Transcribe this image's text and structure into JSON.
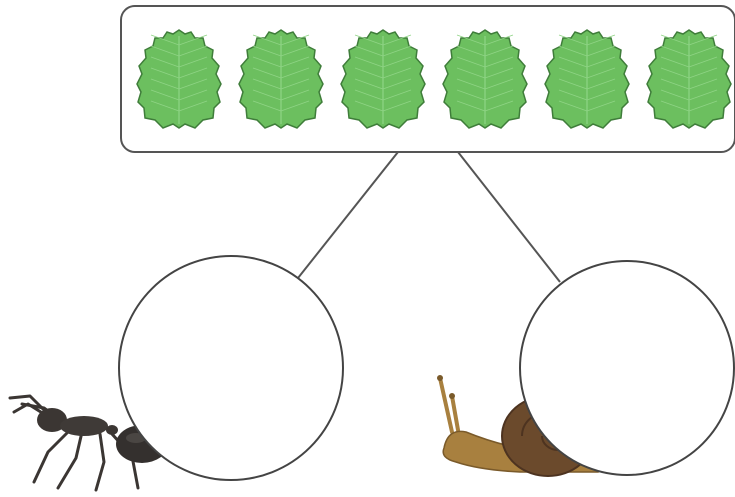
{
  "leaf_box": {
    "leaf_count": 6,
    "leaf_color": "#6cbf5f",
    "leaf_outline_color": "#3f7d3a"
  },
  "groups": [
    {
      "name": "ant",
      "icon": "ant-icon",
      "value": ""
    },
    {
      "name": "snail",
      "icon": "snail-icon",
      "value": ""
    }
  ],
  "colors": {
    "box_border": "#555555",
    "line": "#555555",
    "circle_border": "#444444",
    "ant_body": "#3b3633",
    "snail_shell": "#6b4a2c",
    "snail_body": "#a8803f"
  }
}
